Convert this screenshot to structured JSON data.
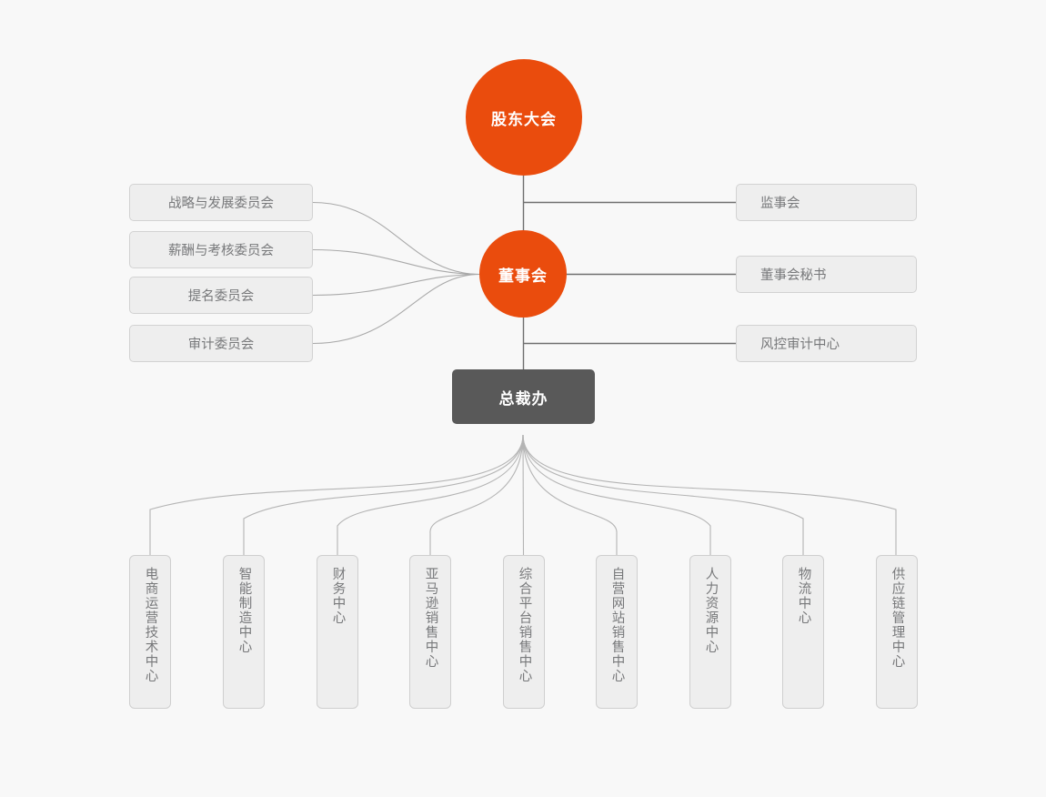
{
  "colors": {
    "background": "#f8f8f8",
    "accent_orange": "#ea4c0d",
    "dark_gray": "#595959",
    "box_fill": "#eeeeee",
    "box_border": "#d2d2d2",
    "text_gray": "#77787a",
    "line_gray": "#8a8a8a",
    "curve_gray": "#b4b4b4"
  },
  "nodes": {
    "shareholders_meeting": "股东大会",
    "board_of_directors": "董事会",
    "president_office": "总裁办"
  },
  "board_committees": [
    {
      "label": "战略与发展委员会"
    },
    {
      "label": "薪酬与考核委员会"
    },
    {
      "label": "提名委员会"
    },
    {
      "label": "审计委员会"
    }
  ],
  "right_units": [
    {
      "label": "监事会"
    },
    {
      "label": "董事会秘书"
    },
    {
      "label": "风控审计中心"
    }
  ],
  "departments": [
    {
      "label": "电商运营技术中心"
    },
    {
      "label": "智能制造中心"
    },
    {
      "label": "财务中心"
    },
    {
      "label": "亚马逊销售中心"
    },
    {
      "label": "综合平台销售中心"
    },
    {
      "label": "自营网站销售中心"
    },
    {
      "label": "人力资源中心"
    },
    {
      "label": "物流中心"
    },
    {
      "label": "供应链管理中心"
    }
  ]
}
